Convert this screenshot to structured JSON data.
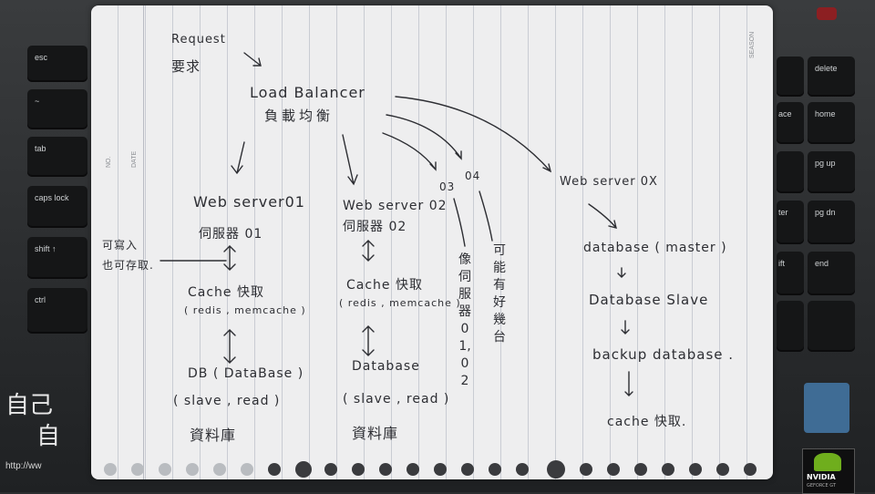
{
  "keyboard": {
    "keys_left": [
      "esc",
      "~",
      "tab",
      "caps lock",
      "shift ↑",
      "ctrl"
    ],
    "keys_right": [
      "delete",
      "home",
      "pg up",
      "pg dn",
      "end"
    ],
    "partial_keys": [
      "ace",
      "ter",
      "ift"
    ],
    "big_chars": [
      "自己",
      "自"
    ],
    "url_fragment": "http://ww",
    "gpu_brand": "NVIDIA",
    "gpu_sub": "GEFORCE GT"
  },
  "paper": {
    "column_labels": [
      "NO.",
      "DATE"
    ],
    "corner_label": "SEASON",
    "request": {
      "en": "Request",
      "zh": "要求"
    },
    "load_balancer": {
      "en": "Load Balancer",
      "zh": "負載均衡"
    },
    "web_server_01": {
      "en": "Web server01",
      "zh": "伺服器 01"
    },
    "web_server_02": {
      "en": "Web server 02",
      "zh": "伺服器 02"
    },
    "server_03": "03",
    "server_04": "04",
    "web_server_0x": "Web   server 0X",
    "side_note": {
      "line1": "可寫入",
      "line2": "也可存取."
    },
    "cache_01": {
      "en": "Cache 快取",
      "sub": "( redis , memcache )"
    },
    "cache_02": {
      "en": "Cache 快取",
      "sub": "( redis , memcache )"
    },
    "db_01": {
      "en": "DB ( DataBase )",
      "sub": "( slave , read )",
      "zh": "資料庫"
    },
    "db_02": {
      "en": "Database",
      "sub": "( slave , read )",
      "zh": "資料庫"
    },
    "vertical_note_03": "像伺服器01,02",
    "vertical_note_04": "可能有好幾台",
    "db_master": "database ( master )",
    "db_slave": "Database Slave",
    "backup_db": "backup database .",
    "cache_final": "cache 快取."
  },
  "colors": {
    "ink": "#2d2e33",
    "paper": "#eeeeef",
    "rule": "#c9ccd3"
  }
}
